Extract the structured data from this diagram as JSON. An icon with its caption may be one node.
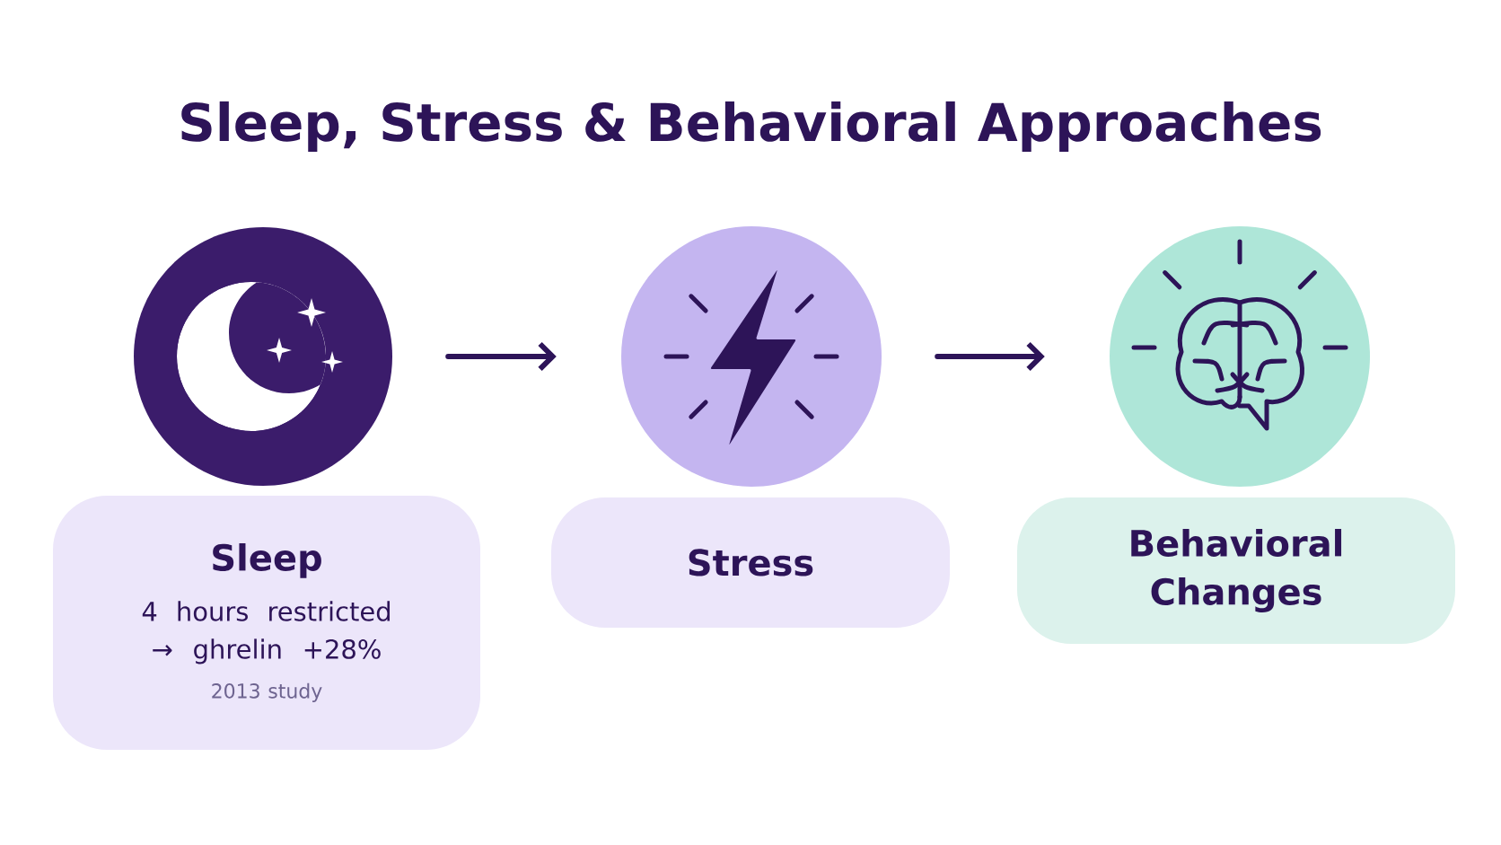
{
  "diagram": {
    "title": "Sleep, Stress & Behavioral Approaches",
    "nodes": [
      {
        "text": [],
        "shape": "circle"
      },
      {
        "text": [],
        "shape": "circle"
      },
      {
        "text": [],
        "shape": "circle"
      },
      {
        "text": [
          "Sleep",
          "4 hours restricted → ghrelin +28%",
          "2013 study"
        ]
      },
      {
        "text": [
          "Stress"
        ]
      },
      {
        "text": [
          "Behavioral Changes"
        ]
      }
    ],
    "edges": [
      {
        "from": 0,
        "to": 1,
        "arrow": "to"
      },
      {
        "from": 1,
        "to": 2,
        "arrow": "to"
      }
    ]
  }
}
